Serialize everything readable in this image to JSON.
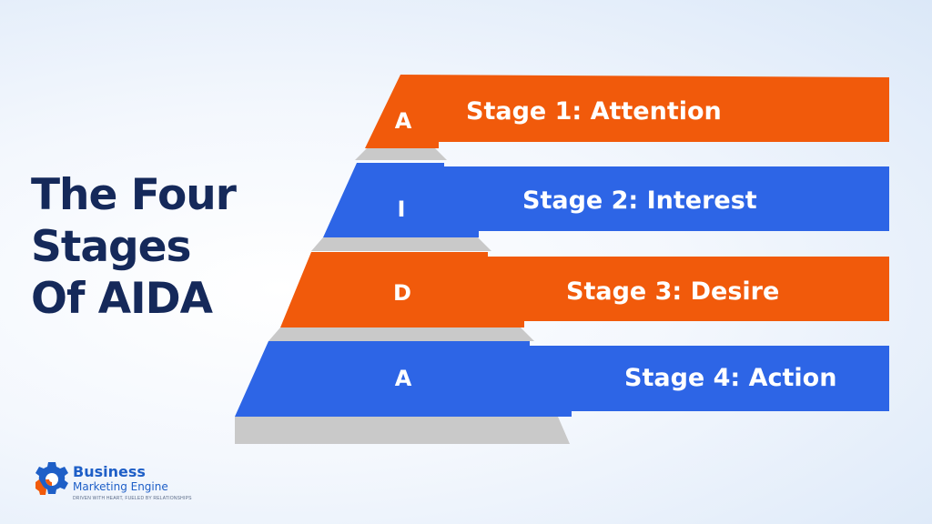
{
  "title": {
    "line1": "The Four",
    "line2": "Stages",
    "line3": "Of AIDA"
  },
  "stages": [
    {
      "letter": "A",
      "label": "Stage 1: Attention",
      "color": "#f15a0b"
    },
    {
      "letter": "I",
      "label": "Stage 2: Interest",
      "color": "#2d65e6"
    },
    {
      "letter": "D",
      "label": "Stage 3: Desire",
      "color": "#f15a0b"
    },
    {
      "letter": "A",
      "label": "Stage 4: Action",
      "color": "#2d65e6"
    }
  ],
  "colors": {
    "orange": "#f15a0b",
    "blue": "#2d65e6",
    "shadow": "#c9c9c9",
    "title": "#15295a"
  },
  "logo": {
    "line1": "Business",
    "line2": "Marketing Engine",
    "tagline": "DRIVEN WITH HEART, FUELED BY RELATIONSHIPS",
    "icon": "gear-icon"
  }
}
